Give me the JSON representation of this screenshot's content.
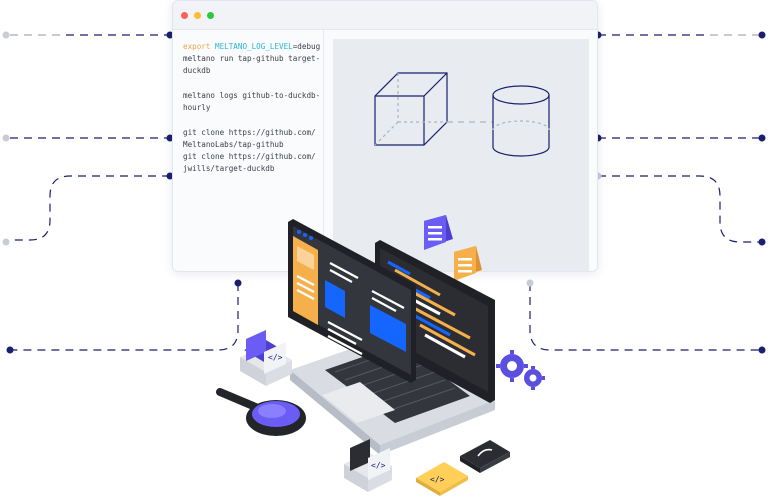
{
  "window": {
    "code_lines": [
      {
        "kw": "export",
        "var": " MELTANO_LOG_LEVEL",
        "rest": "=debug"
      },
      {
        "text": "meltano run tap-github target-"
      },
      {
        "text": "duckdb"
      },
      {
        "gap": true
      },
      {
        "text": "meltano logs github-to-duckdb-"
      },
      {
        "text": "hourly"
      },
      {
        "gap": true
      },
      {
        "text": "git clone https://github.com/"
      },
      {
        "text": "MeltanoLabs/tap-github"
      },
      {
        "text": "git clone https://github.com/"
      },
      {
        "text": "jwills/target-duckdb"
      }
    ]
  },
  "icons": {
    "code_tag": "</>",
    "colors": {
      "navy": "#1a1f6e",
      "accent_blue": "#1565ff",
      "purple": "#6b5cf5",
      "orange": "#f6b04b",
      "yellow": "#ffcf57",
      "dark_screen": "#2b2d33"
    }
  }
}
